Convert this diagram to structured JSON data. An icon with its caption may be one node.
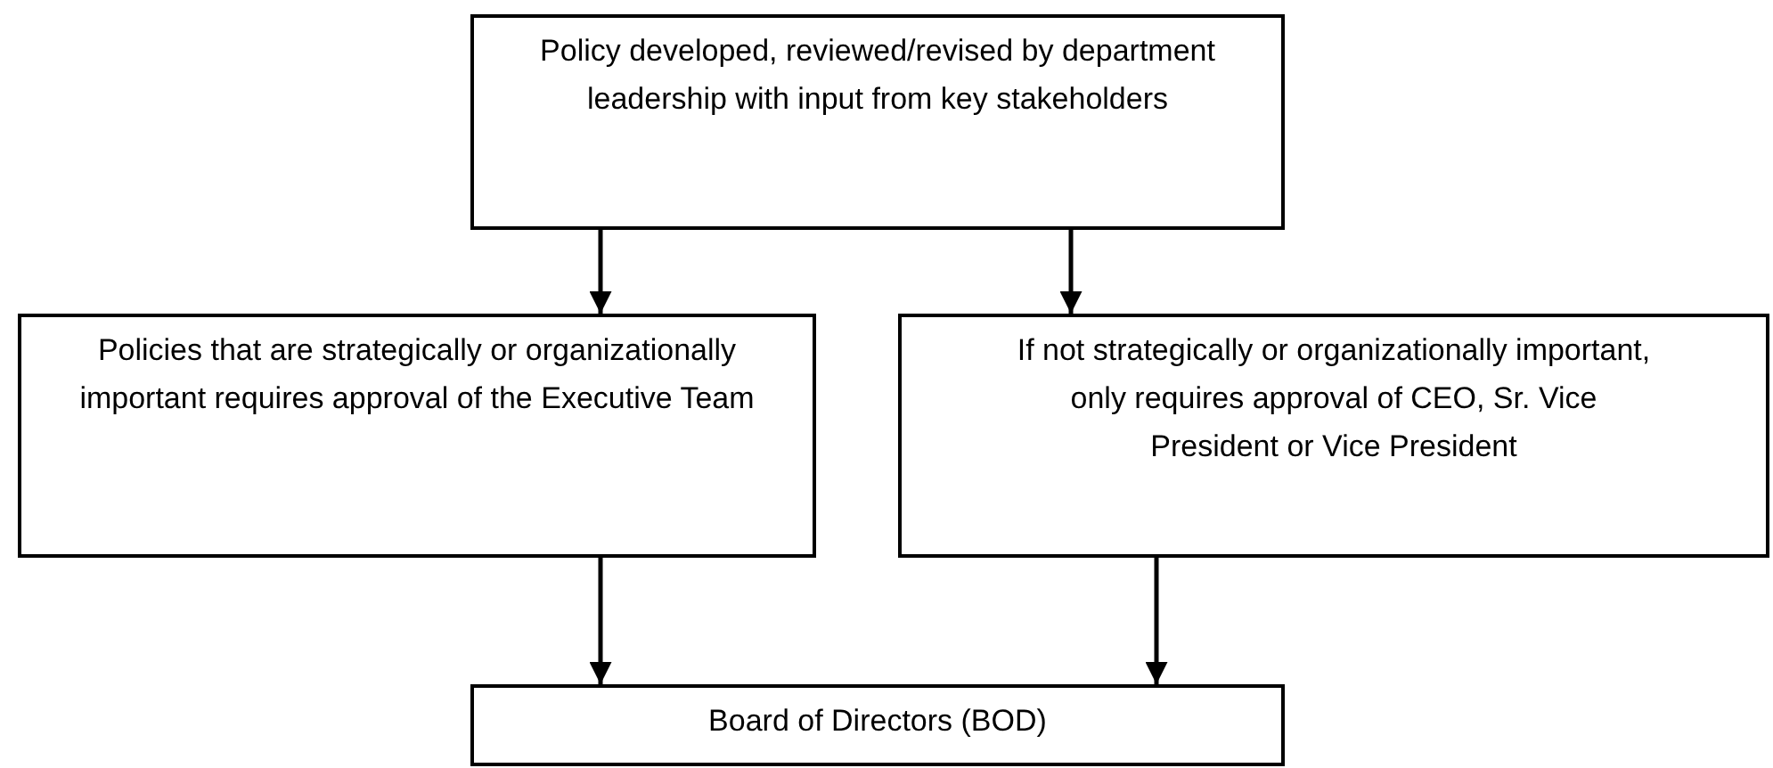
{
  "diagram": {
    "nodes": [
      {
        "text": [
          "Policy developed, reviewed/revised by department leadership with input from key stakeholders"
        ]
      },
      {
        "text": [
          "Policies that are strategically or organizationally important requires approval of the Executive Team"
        ]
      },
      {
        "text": [
          "If not strategically or organizationally important, only requires approval of CEO, Sr. Vice President or Vice President"
        ]
      },
      {
        "text": [
          "Board of Directors (BOD)"
        ]
      }
    ],
    "edges": [
      {
        "from": 0,
        "to": 1,
        "arrow": "to"
      },
      {
        "from": 0,
        "to": 2,
        "arrow": "to"
      },
      {
        "from": 1,
        "to": 3,
        "arrow": "to"
      },
      {
        "from": 2,
        "to": 3,
        "arrow": "to"
      }
    ]
  }
}
